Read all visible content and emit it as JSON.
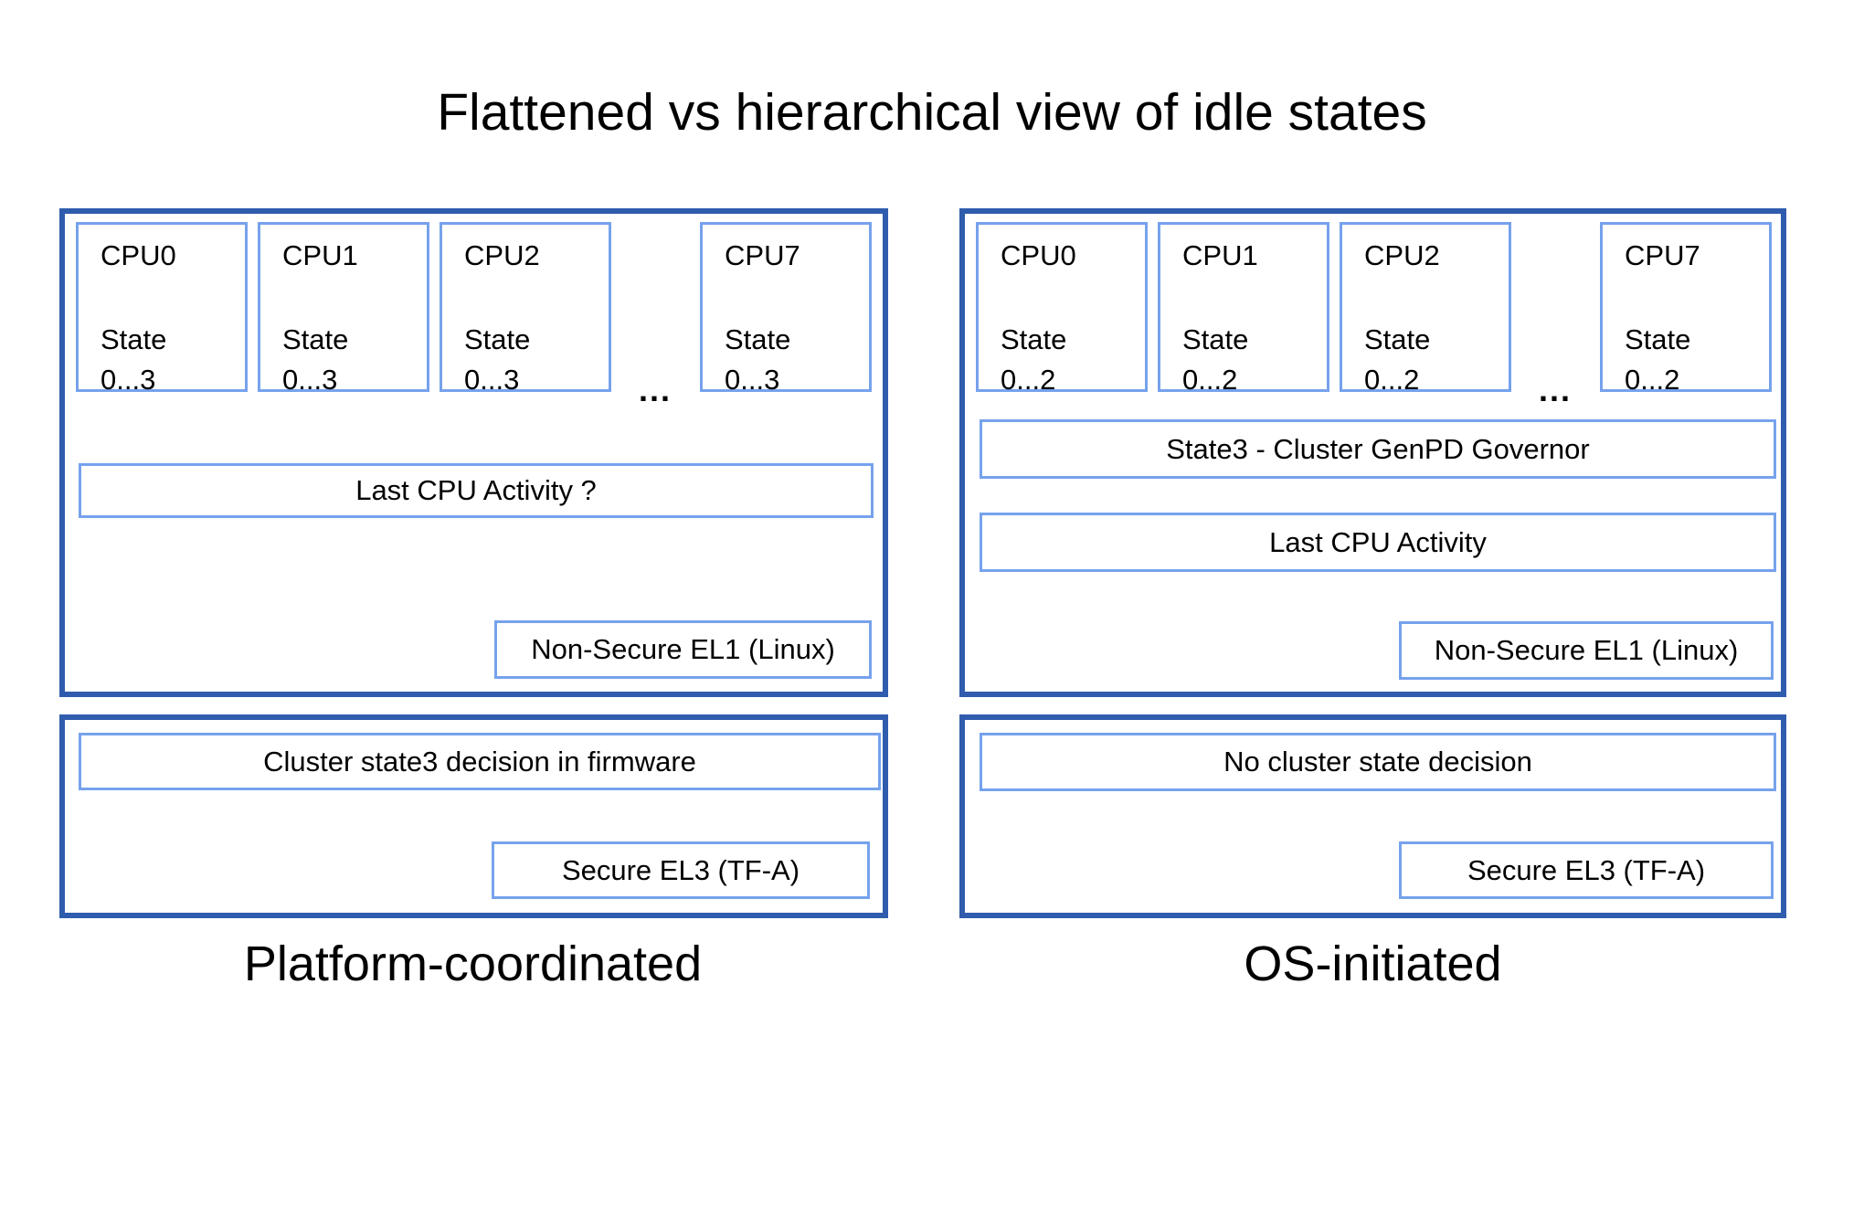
{
  "title": "Flattened vs hierarchical view of idle states",
  "colors": {
    "panel_border": "#2f5cad",
    "box_border": "#76a2ec",
    "text": "#000000",
    "background": "#ffffff"
  },
  "left": {
    "caption": "Platform-coordinated",
    "top_panel": {
      "cpus": [
        {
          "name": "CPU0",
          "state_label": "State",
          "state_range": "0...3"
        },
        {
          "name": "CPU1",
          "state_label": "State",
          "state_range": "0...3"
        },
        {
          "name": "CPU2",
          "state_label": "State",
          "state_range": "0...3"
        },
        {
          "name": "CPU7",
          "state_label": "State",
          "state_range": "0...3"
        }
      ],
      "ellipsis": "...",
      "activity_box": "Last CPU Activity ?",
      "el_box": "Non-Secure EL1 (Linux)"
    },
    "bottom_panel": {
      "decision_box": "Cluster state3 decision in firmware",
      "el_box": "Secure EL3 (TF-A)"
    }
  },
  "right": {
    "caption": "OS-initiated",
    "top_panel": {
      "cpus": [
        {
          "name": "CPU0",
          "state_label": "State",
          "state_range": "0...2"
        },
        {
          "name": "CPU1",
          "state_label": "State",
          "state_range": "0...2"
        },
        {
          "name": "CPU2",
          "state_label": "State",
          "state_range": "0...2"
        },
        {
          "name": "CPU7",
          "state_label": "State",
          "state_range": "0...2"
        }
      ],
      "ellipsis": "...",
      "governor_box": "State3 - Cluster GenPD Governor",
      "activity_box": "Last CPU Activity",
      "el_box": "Non-Secure EL1 (Linux)"
    },
    "bottom_panel": {
      "decision_box": "No cluster state decision",
      "el_box": "Secure EL3 (TF-A)"
    }
  }
}
